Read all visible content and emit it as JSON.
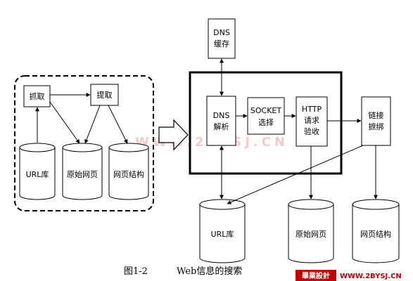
{
  "watermark": "WWW.2BYSJ.CN",
  "caption": {
    "figure": "图1-2",
    "text": "Web信息的搜索"
  },
  "left_panel": {
    "crawl": "抓取",
    "extract": "提取",
    "db_url": "URL库",
    "db_raw_pages": "原始网页",
    "db_page_structure": "网页结构"
  },
  "right_panel": {
    "dns_cache": [
      "DNS",
      "缓存"
    ],
    "dns_resolve": [
      "DNS",
      "解析"
    ],
    "socket_select": [
      "SOCKET",
      "选择"
    ],
    "http_request": [
      "HTTP",
      "请求",
      "验收"
    ],
    "link_extract": [
      "链接",
      "摭绑"
    ],
    "db_url": "URL库",
    "db_raw_pages": "原始网页",
    "db_page_structure": "网页结构"
  },
  "footer": {
    "brand": "畢業設計",
    "site": "WWW.2BYSJ.CN"
  }
}
